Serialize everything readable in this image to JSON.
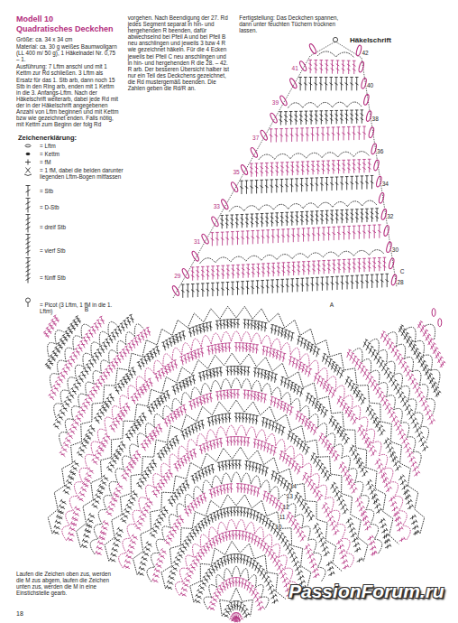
{
  "diagram": {
    "title": "Quadratisches Deckchen",
    "labels": [
      "Modell 10",
      "Größe: ca. 34 x 34 cm",
      "Material: ca. 30 g weißes Baumwollgarn (LL 400 m/ 50 g), 1 Häkelnadel Nr. 0,75 – 1.",
      "Ausführung: 7 Lftm anschl und mit 1 Kettm zur Rd schließen. 3 Lftm als Ersatz für das 1. Stb arb, dann noch 15 Stb in den Ring arb, enden mit 1 Kettm in die 3. Anfangs-Lftm. Nach der Häkelschrift weiterarb, dabei jede Rd mit der in der Häkelschrift angegebenen Anzahl von Lftm beginnen und mit Kettm bzw wie gezeichnet enden. Falls nötig, mit Kettm zum Beginn der folg Rd vorgehen. Nach Beendigung der 27. Rd jedes Segment separat in hin- und hergehenden R beenden, dafür abwechselnd bei Pfeil A und bei Pfeil B neu anschlingen und jeweils 3 bzw 4 R wie gezeichnet häkeln. Für die 4 Ecken jeweils bei Pfeil C neu anschlingen und in hin- und hergehenden R die 28. – 42. R arb. Der besseren Übersicht halber ist nur ein Teil des Deckchens gezeichnet, die Rd mustergemäß beenden. Die Zahlen geben die Rd/R an.",
      "Fertigstellung: Das Deckchen spannen, dann unter feuchten Tüchern trocknen lassen.",
      "Häkelschrift",
      "Zeichenerklärung:",
      "Laufen die Zeichen oben zus, werden die M zus abgem, laufen die Zeichen unten zus, werden die M in eine Einstichstelle gearb.",
      "18",
      "PassionForum.ru",
      "A",
      "B",
      "C",
      "14",
      "13",
      "12",
      "11",
      "10",
      "42",
      "41",
      "40",
      "39",
      "38",
      "37",
      "36",
      "35",
      "34",
      "33",
      "32",
      "31",
      "30",
      "29",
      "28"
    ],
    "legend": [
      {
        "text": "= Lftm"
      },
      {
        "text": "= Kettm"
      },
      {
        "text": "= fM"
      },
      {
        "text": "= 1 fM, dabei die beiden darunter liegenden Lftm-Bogen mitfassen"
      },
      {
        "text": "= Stb"
      },
      {
        "text": "= D-Stb"
      },
      {
        "text": "= dreif Stb"
      },
      {
        "text": "= vierf Stb"
      },
      {
        "text": "= fünff Stb"
      },
      {
        "text": "= Picot (3 Lftm, 1 fM in die 1. Lftm)"
      }
    ]
  }
}
